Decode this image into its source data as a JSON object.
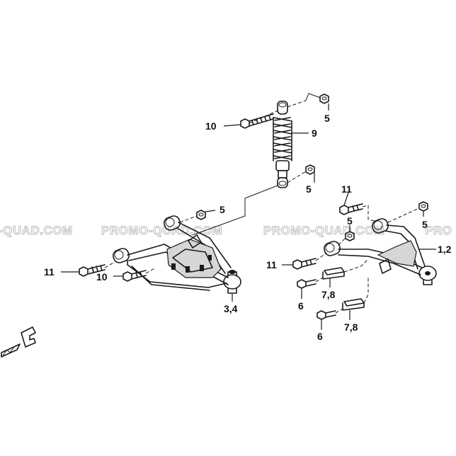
{
  "watermark": {
    "texts": [
      "-QUAD.COM",
      "PROMO-QUAD.COM",
      "PROMO-QUAD.COM",
      "PRO"
    ]
  },
  "callouts": {
    "c5a": "5",
    "c10a": "10",
    "c9": "9",
    "c5b": "5",
    "c5c": "5",
    "c11a": "11",
    "c10b": "10",
    "c34": "3,4",
    "c11b": "11",
    "c5d": "5",
    "c5e": "5",
    "c12": "1,2",
    "c11c": "11",
    "c78a": "7,8",
    "c6a": "6",
    "c78b": "7,8",
    "c6b": "6"
  },
  "colors": {
    "ink": "#1a1a1a",
    "watermark_stroke": "#bdbdbd",
    "background": "#ffffff"
  },
  "icons": {
    "front_indicator": "front-direction-arrow-icon"
  }
}
